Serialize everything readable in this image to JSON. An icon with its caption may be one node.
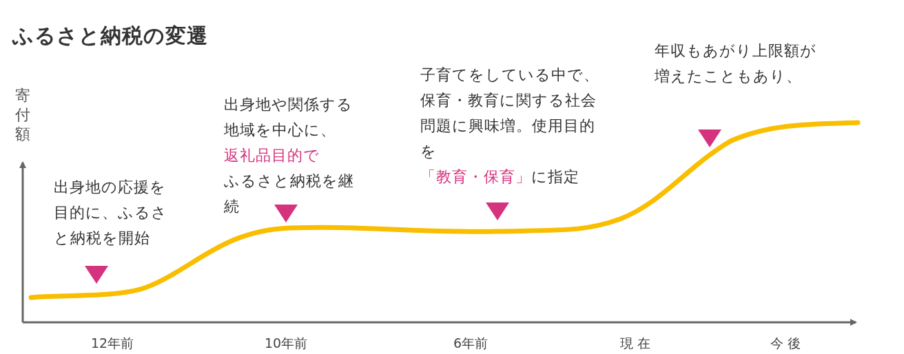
{
  "diagram": {
    "title": "ふるさと納税の変遷",
    "labels": [
      "寄付額",
      "出身地の応援を目的に、ふるさと納税を開始",
      "出身地や関係する地域を中心に、",
      "返礼品目的で",
      "ふるさと納税を継続",
      "子育てをしている中で、保育・教育に関する社会問題に興味増。使用目的を",
      "「教育・保育」",
      "に指定",
      "年収もあがり上限額が増えたこともあり、",
      "12年前",
      "10年前",
      "6年前",
      "現 在",
      "今 後"
    ]
  }
}
